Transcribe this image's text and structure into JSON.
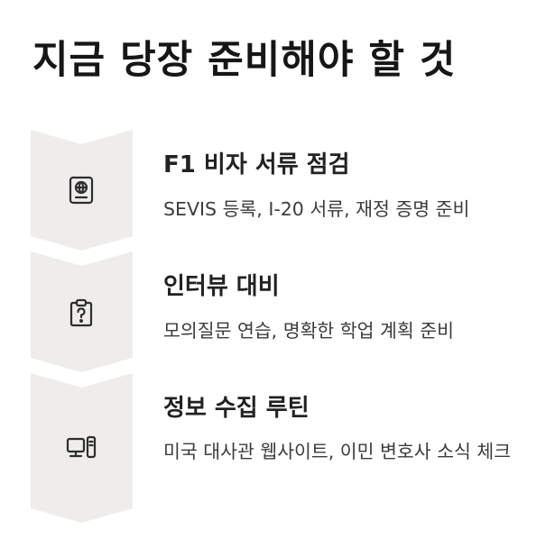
{
  "page": {
    "title": "지금 당장 준비해야 할 것"
  },
  "colors": {
    "chevron_bg": "#efedeb",
    "title_text": "#161616",
    "step_title_text": "#222222",
    "desc_text": "#3c3c3c"
  },
  "steps": [
    {
      "icon": "passport-icon",
      "title": "F1 비자 서류 점검",
      "description": "SEVIS 등록, I-20 서류, 재정 증명 준비"
    },
    {
      "icon": "clipboard-question-icon",
      "title": "인터뷰 대비",
      "description": "모의질문 연습, 명확한 학업 계획 준비"
    },
    {
      "icon": "computer-icon",
      "title": "정보 수집 루틴",
      "description": "미국 대사관 웹사이트, 이민 변호사 소식 체크"
    }
  ]
}
